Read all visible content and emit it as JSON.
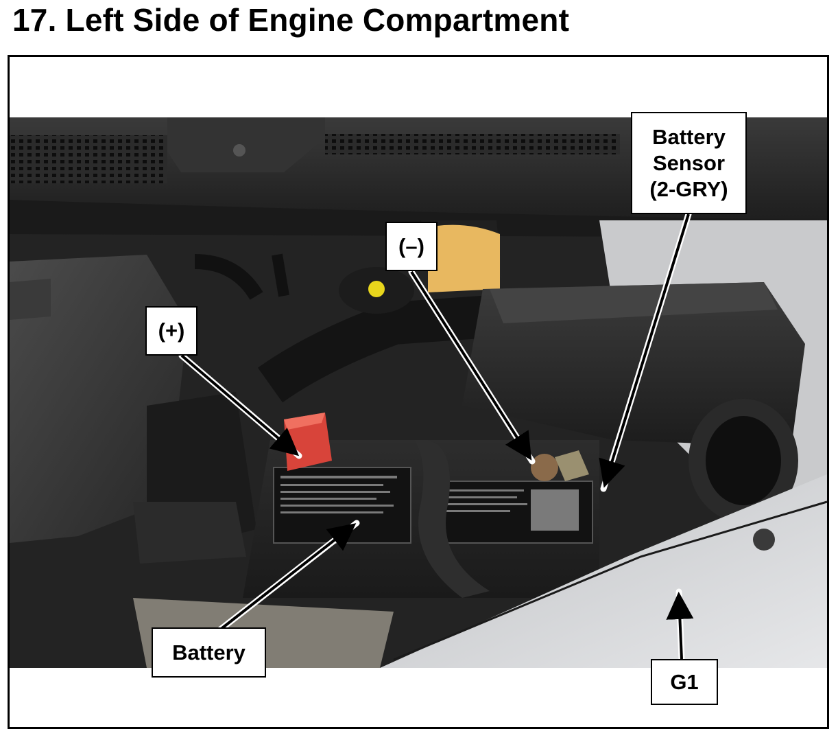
{
  "page": {
    "title": "17.  Left Side of Engine Compartment"
  },
  "callouts": {
    "positive": "(+)",
    "negative": "(–)",
    "battery_sensor": "Battery\nSensor\n(2-GRY)",
    "battery": "Battery",
    "ground": "G1"
  },
  "colors": {
    "positive_terminal": "#d8443a",
    "reservoir_cap": "#e8d61c",
    "coolant_tank": "#e8b860",
    "fender_panel": "#d7d8da"
  }
}
